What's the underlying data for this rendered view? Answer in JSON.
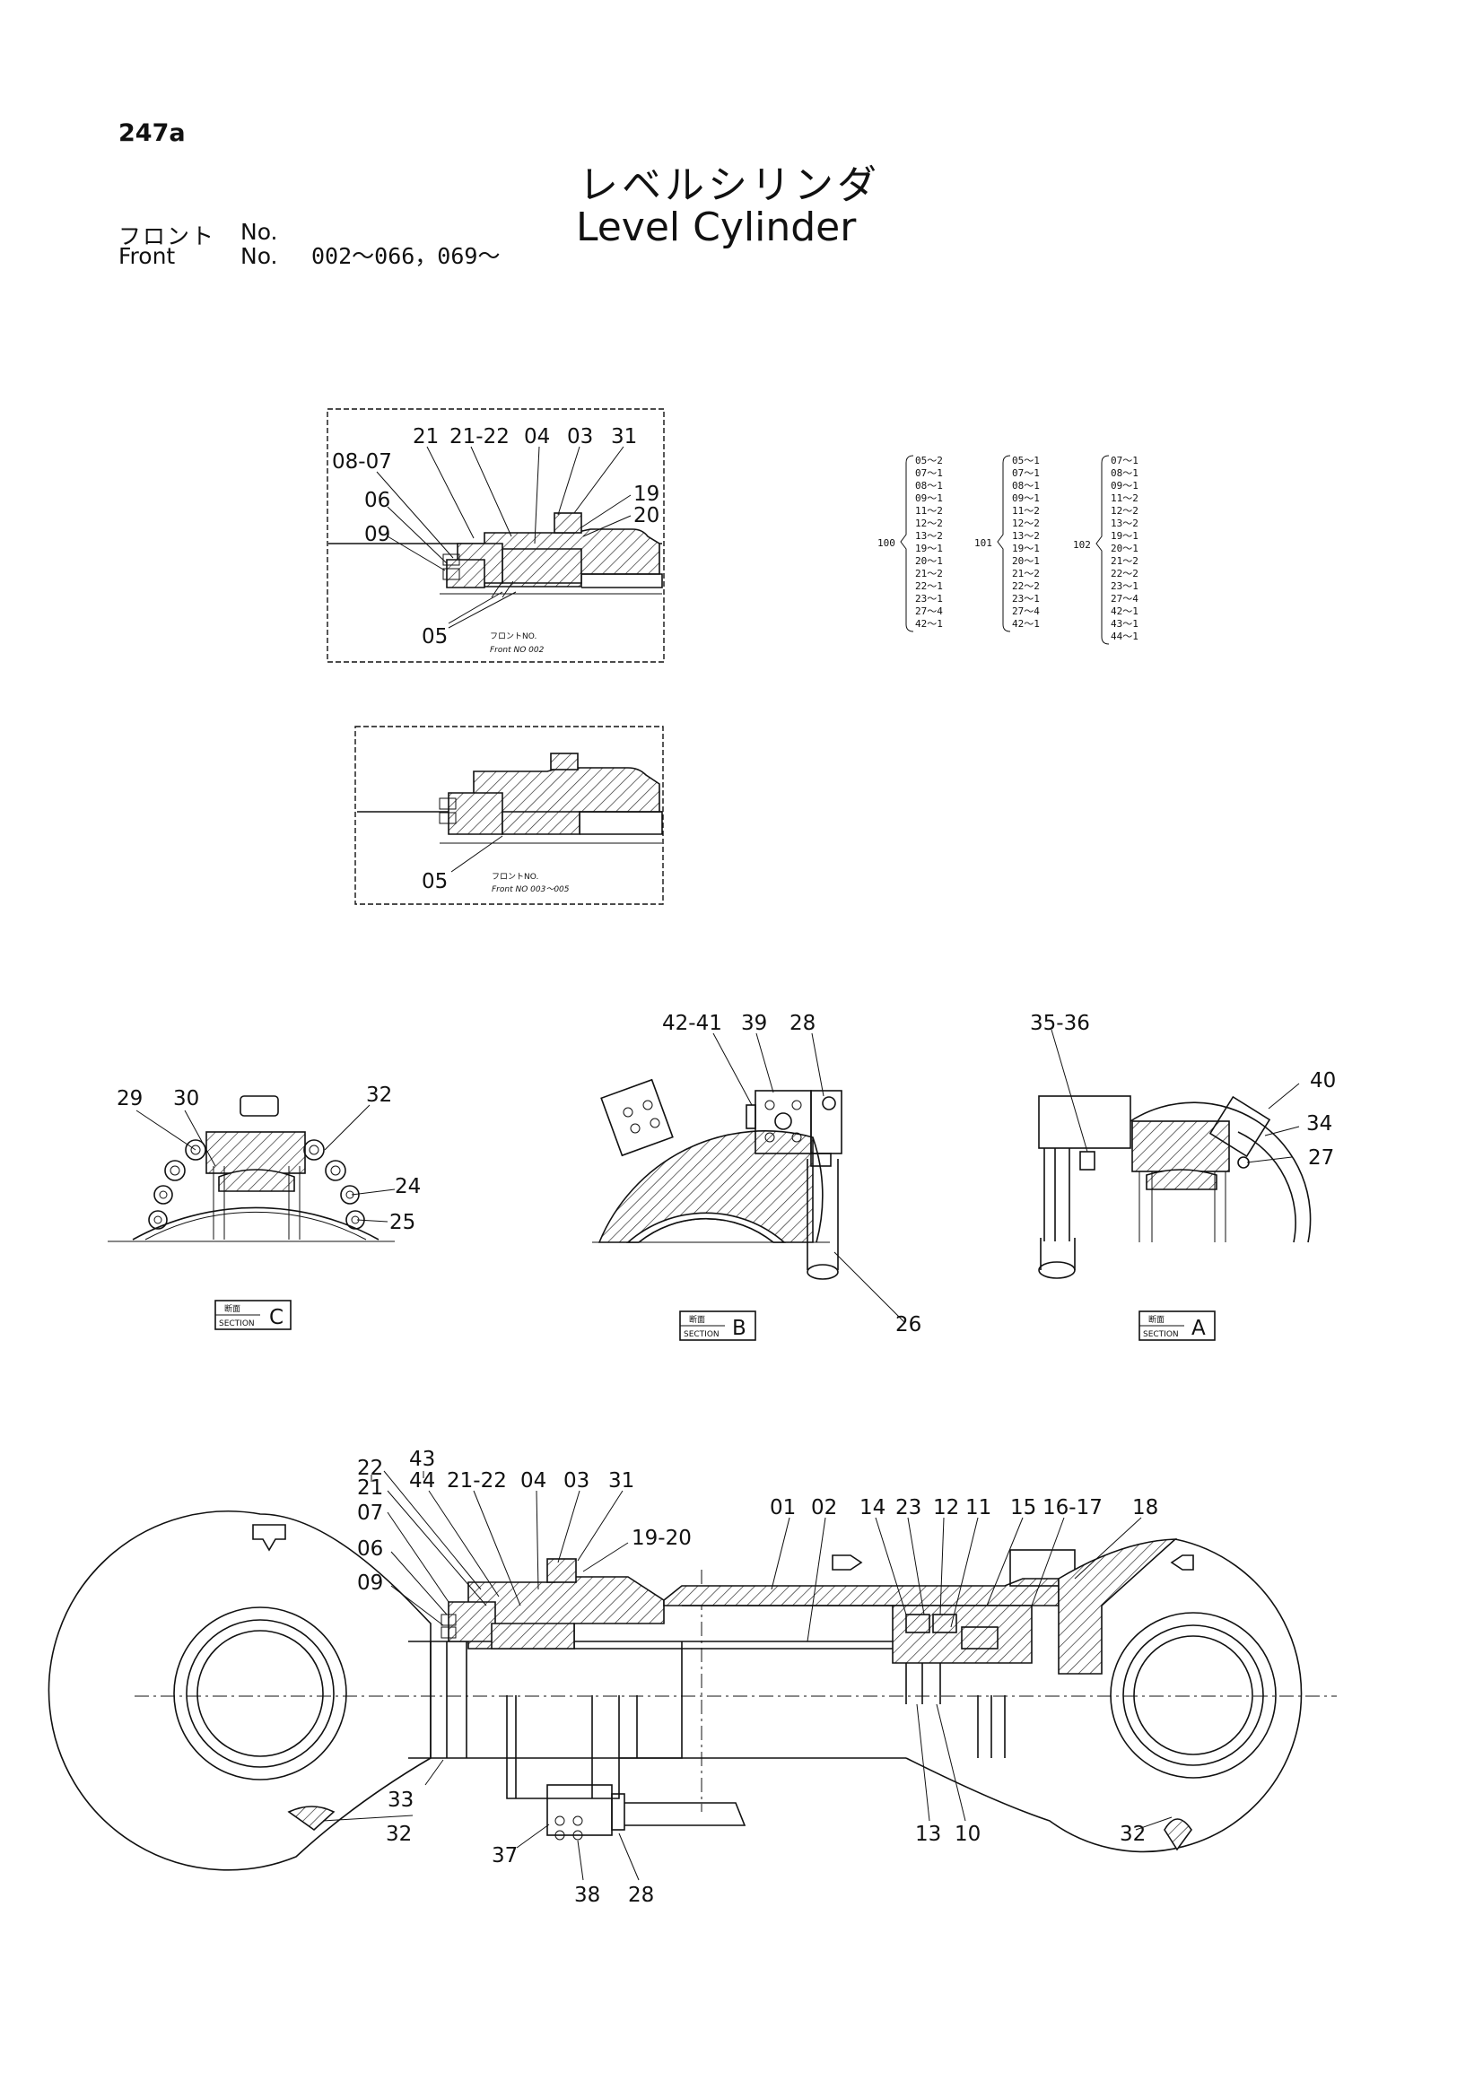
{
  "page_number": "247a",
  "title_jp": "レベルシリンダ",
  "title_en": "Level Cylinder",
  "front_label_jp": "フロント",
  "front_label_en": "Front",
  "no_label": "No.",
  "no_label_2": "No.",
  "front_range": "002～066，069～",
  "detail1": {
    "labels": [
      "21",
      "21-22",
      "04",
      "03",
      "31",
      "08-07",
      "19",
      "20",
      "06",
      "09",
      "05"
    ],
    "caption_jp": "フロントNO.",
    "caption_en": "Front NO 002"
  },
  "detail2": {
    "labels": [
      "05"
    ],
    "caption_jp": "フロントNO.",
    "caption_en": "Front NO 003～005"
  },
  "kits": [
    {
      "id": "100",
      "items": [
        "05～2",
        "07～1",
        "08～1",
        "09～1",
        "11～2",
        "12～2",
        "13～2",
        "19～1",
        "20～1",
        "21～2",
        "22～1",
        "23～1",
        "27～4",
        "42～1"
      ]
    },
    {
      "id": "101",
      "items": [
        "05～1",
        "07～1",
        "08～1",
        "09～1",
        "11～2",
        "12～2",
        "13～2",
        "19～1",
        "20～1",
        "21～2",
        "22～2",
        "23～1",
        "27～4",
        "42～1"
      ]
    },
    {
      "id": "102",
      "items": [
        "07～1",
        "08～1",
        "09～1",
        "11～2",
        "12～2",
        "13～2",
        "19～1",
        "20～1",
        "21～2",
        "22～2",
        "23～1",
        "27～4",
        "42～1",
        "43～1",
        "44～1"
      ]
    }
  ],
  "sections": {
    "c": {
      "labels": [
        "29",
        "30",
        "32",
        "24",
        "25"
      ],
      "tag_jp": "断面",
      "tag_en": "SECTION",
      "letter": "C"
    },
    "b": {
      "labels": [
        "42-41",
        "39",
        "28",
        "26"
      ],
      "tag_jp": "断面",
      "tag_en": "SECTION",
      "letter": "B"
    },
    "a": {
      "labels": [
        "35-36",
        "40",
        "34",
        "27"
      ],
      "tag_jp": "断面",
      "tag_en": "SECTION",
      "letter": "A"
    }
  },
  "main": {
    "labels": [
      "22",
      "43",
      "21",
      "44",
      "21-22",
      "04",
      "03",
      "31",
      "07",
      "19-20",
      "06",
      "09",
      "01",
      "02",
      "14",
      "23",
      "12",
      "11",
      "15",
      "16-17",
      "18",
      "33",
      "32",
      "37",
      "38",
      "28",
      "13",
      "10",
      "32"
    ]
  }
}
